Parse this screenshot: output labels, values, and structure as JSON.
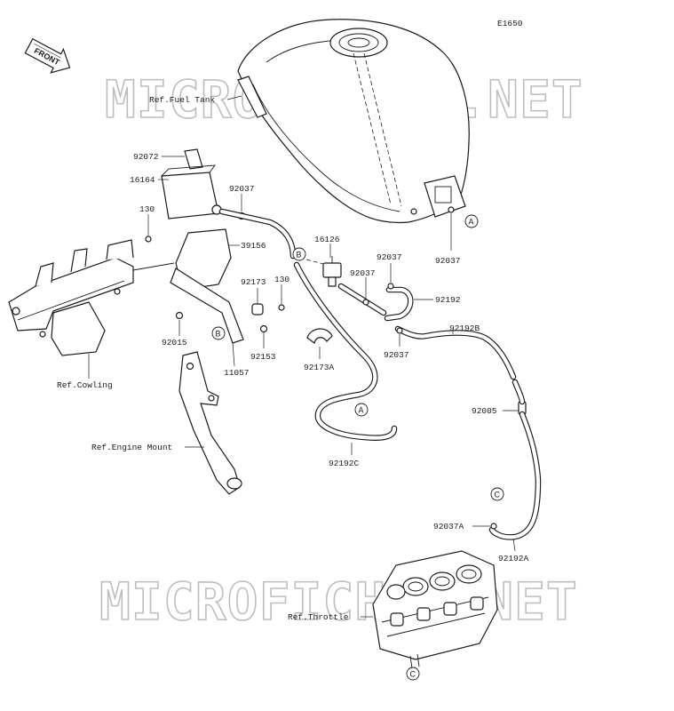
{
  "diagram_code": "E1650",
  "front_label": "FRONT",
  "watermark": "MICROFICHES.NET",
  "refs": {
    "fuel_tank": "Ref.Fuel Tank",
    "cowling": "Ref.Cowling",
    "engine_mount": "Ref.Engine Mount",
    "throttle": "Ref.Throttle"
  },
  "connectors": {
    "a": "A",
    "b": "B",
    "c": "C"
  },
  "parts": {
    "p92072": "92072",
    "p16164": "16164",
    "p92037_top": "92037",
    "p130_left": "130",
    "p39156": "39156",
    "p16126": "16126",
    "p92037_a": "92037",
    "p92037_b": "92037",
    "p92192": "92192",
    "p92173": "92173",
    "p130_right": "130",
    "p92192B": "92192B",
    "p92037_c": "92037",
    "p92015": "92015",
    "p92153": "92153",
    "p11057": "11057",
    "p92173A": "92173A",
    "p92037_tank": "92037",
    "p92005": "92005",
    "p92192C": "92192C",
    "p92037A": "92037A",
    "p92192A": "92192A"
  }
}
